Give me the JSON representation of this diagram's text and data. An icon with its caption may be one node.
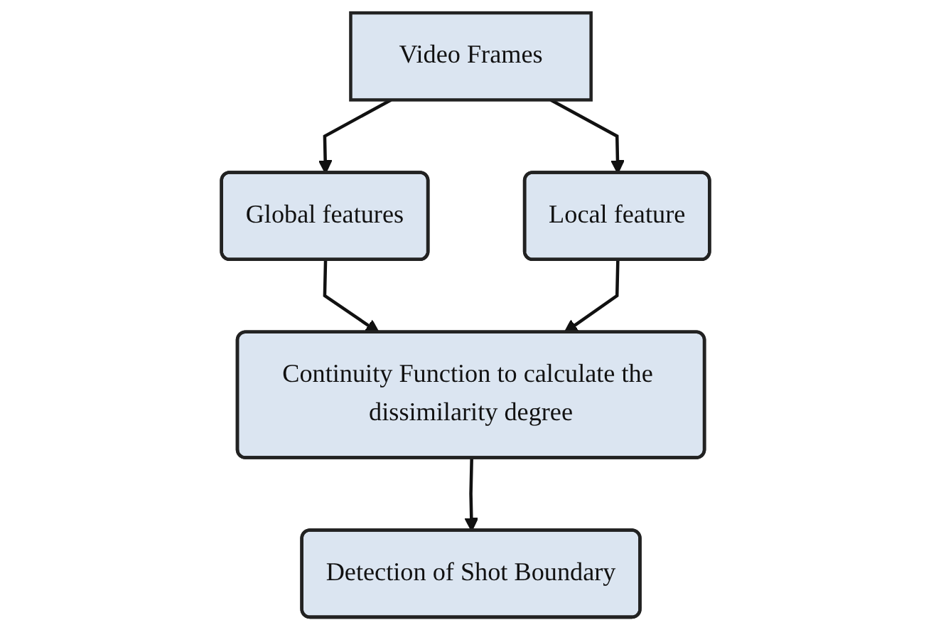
{
  "diagram": {
    "nodes": [
      {
        "text": [
          "Video Frames"
        ]
      },
      {
        "text": [
          "Global features"
        ]
      },
      {
        "text": [
          "Local feature"
        ]
      },
      {
        "text": [
          "Continuity Function to calculate the dissimilarity degree"
        ]
      },
      {
        "text": [
          "Detection of Shot Boundary"
        ]
      }
    ],
    "edges": [
      {
        "from": 0,
        "to": 1,
        "arrow": "to"
      },
      {
        "from": 0,
        "to": 2,
        "arrow": "to"
      },
      {
        "from": 1,
        "to": 3,
        "arrow": "to"
      },
      {
        "from": 2,
        "to": 3,
        "arrow": "to"
      },
      {
        "from": 3,
        "to": 4,
        "arrow": "to"
      }
    ]
  }
}
